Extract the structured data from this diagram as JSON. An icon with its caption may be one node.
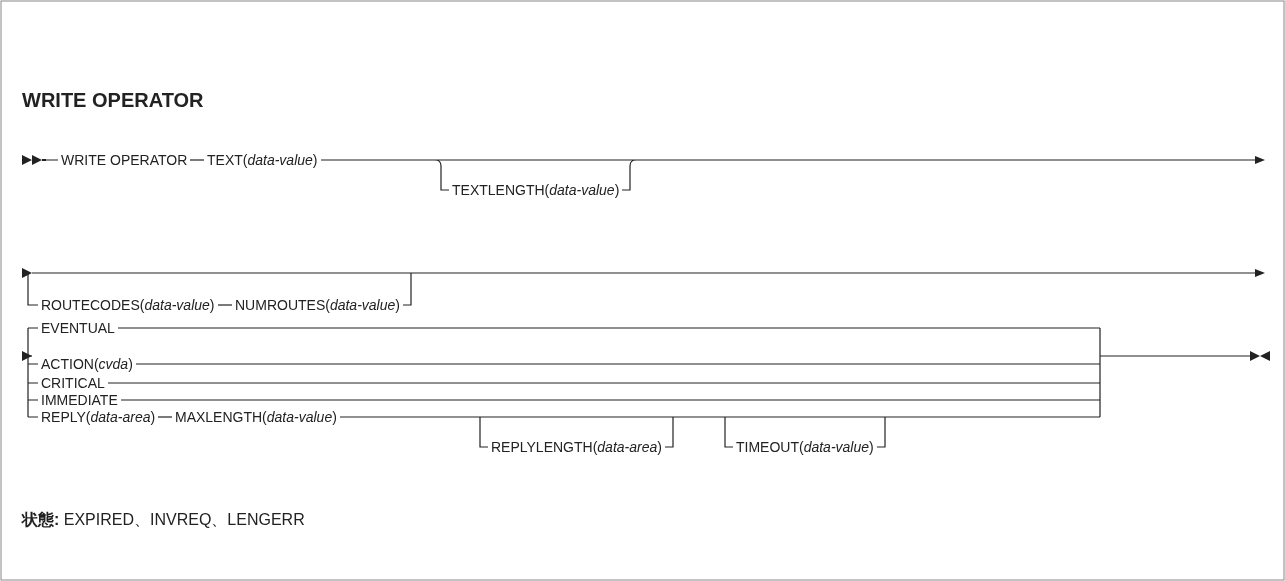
{
  "diagram": {
    "title": "WRITE OPERATOR",
    "nodes": [
      {
        "text": [
          "WRITE OPERATOR"
        ]
      },
      {
        "text": [
          "TEXT(*data-value*)"
        ]
      },
      {
        "text": [
          "TEXTLENGTH(*data-value*)"
        ]
      },
      {
        "text": [
          "ROUTECODES(*data-value*)"
        ]
      },
      {
        "text": [
          "NUMROUTES(*data-value*)"
        ]
      },
      {
        "text": [
          "EVENTUAL"
        ]
      },
      {
        "text": [
          "ACTION(*cvda*)"
        ]
      },
      {
        "text": [
          "CRITICAL"
        ]
      },
      {
        "text": [
          "IMMEDIATE"
        ]
      },
      {
        "text": [
          "REPLY(*data-area*)"
        ]
      },
      {
        "text": [
          "MAXLENGTH(*data-value*)"
        ]
      },
      {
        "text": [
          "REPLYLENGTH(*data-area*)"
        ]
      },
      {
        "text": [
          "TIMEOUT(*data-value*)"
        ]
      }
    ],
    "edges": [
      {
        "from": 0,
        "to": 1,
        "arrow": "none"
      },
      {
        "from": 3,
        "to": 4,
        "arrow": "none"
      },
      {
        "from": 9,
        "to": 10,
        "arrow": "none"
      }
    ],
    "labels": [
      "**状態:** EXPIRED、INVREQ、LENGERR"
    ]
  }
}
